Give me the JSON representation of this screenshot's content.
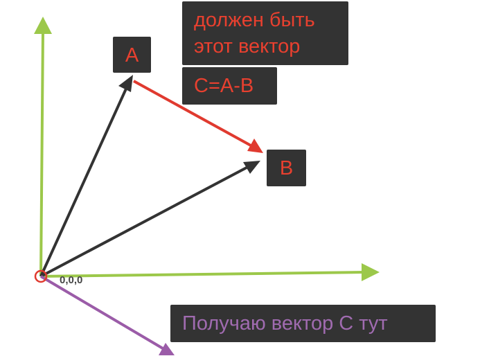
{
  "colors": {
    "axis": "#9cc84a",
    "vector_dark": "#333333",
    "vector_red": "#e03a2f",
    "vector_purple": "#9b5ca8",
    "label_bg": "#333333",
    "label_text_red": "#e8402f",
    "label_text_purple": "#a06bb0",
    "origin_text": "#444444"
  },
  "labels": {
    "a": "A",
    "b": "B",
    "note_line1": "должен быть",
    "note_line2": "этот вектор",
    "formula": "C=A-B",
    "result": "Получаю вектор С тут"
  },
  "origin": {
    "label": "0,0,0",
    "marker": "circle"
  }
}
